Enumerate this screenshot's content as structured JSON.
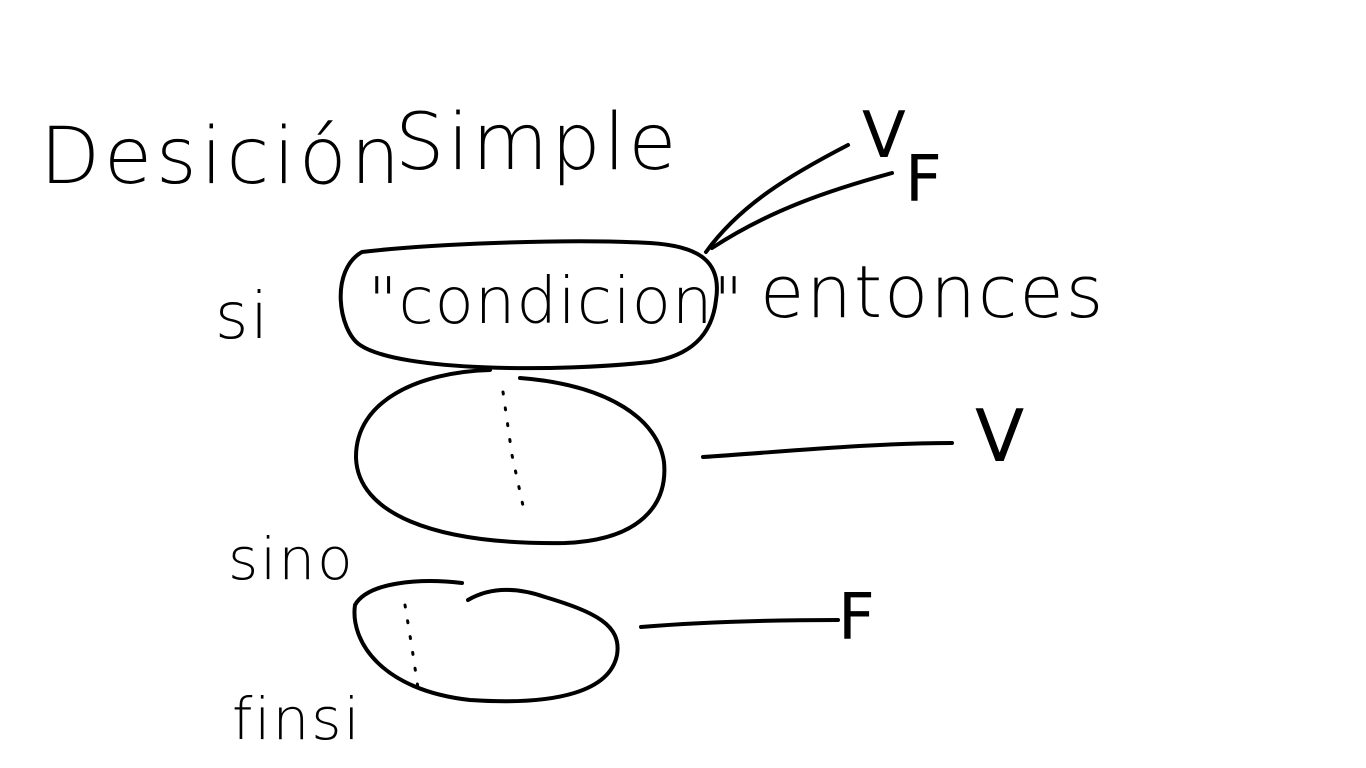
{
  "diagram": {
    "title_word1": "Desición",
    "title_word2": "Simple",
    "keyword_si": "si",
    "condition_text": "\"condicion\"",
    "keyword_entonces": "entonces",
    "keyword_sino": "sino",
    "keyword_finsi": "finsi",
    "true_label_top": "V",
    "false_label_top": "F",
    "true_branch_label": "V",
    "false_branch_label": "F"
  },
  "colors": {
    "background": "#ffffff",
    "ink": "#000000"
  }
}
